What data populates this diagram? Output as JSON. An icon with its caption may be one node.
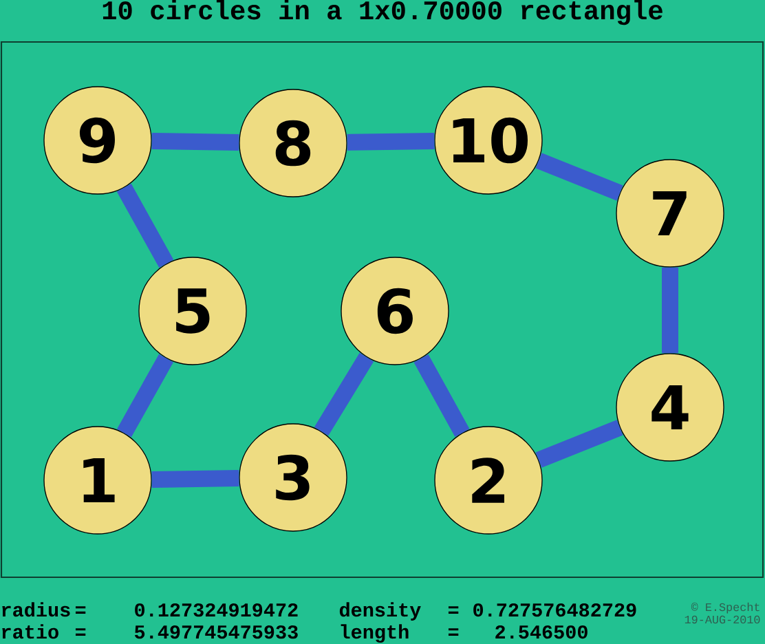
{
  "diagram": {
    "title": "10 circles in a 1x0.70000 rectangle",
    "nodes": [
      {
        "text": [
          "9"
        ]
      },
      {
        "text": [
          "8"
        ]
      },
      {
        "text": [
          "10"
        ]
      },
      {
        "text": [
          "7"
        ]
      },
      {
        "text": [
          "5"
        ]
      },
      {
        "text": [
          "6"
        ]
      },
      {
        "text": [
          "1"
        ]
      },
      {
        "text": [
          "3"
        ]
      },
      {
        "text": [
          "2"
        ]
      },
      {
        "text": [
          "4"
        ]
      }
    ],
    "edges": [
      {
        "from": 0,
        "to": 1,
        "arrow": "none"
      },
      {
        "from": 1,
        "to": 2,
        "arrow": "none"
      },
      {
        "from": 2,
        "to": 3,
        "arrow": "none"
      },
      {
        "from": 3,
        "to": 9,
        "arrow": "none"
      },
      {
        "from": 9,
        "to": 8,
        "arrow": "none"
      },
      {
        "from": 8,
        "to": 5,
        "arrow": "none"
      },
      {
        "from": 5,
        "to": 7,
        "arrow": "none"
      },
      {
        "from": 7,
        "to": 6,
        "arrow": "none"
      },
      {
        "from": 6,
        "to": 4,
        "arrow": "none"
      },
      {
        "from": 4,
        "to": 0,
        "arrow": "none"
      }
    ],
    "labels": [
      "radius",
      "=",
      "0.127324919472",
      "density",
      "=",
      "0.727576482729",
      "ratio",
      "=",
      "5.497745475933",
      "length",
      "=",
      "2.546500",
      "© E.Specht",
      "19-AUG-2010"
    ]
  }
}
